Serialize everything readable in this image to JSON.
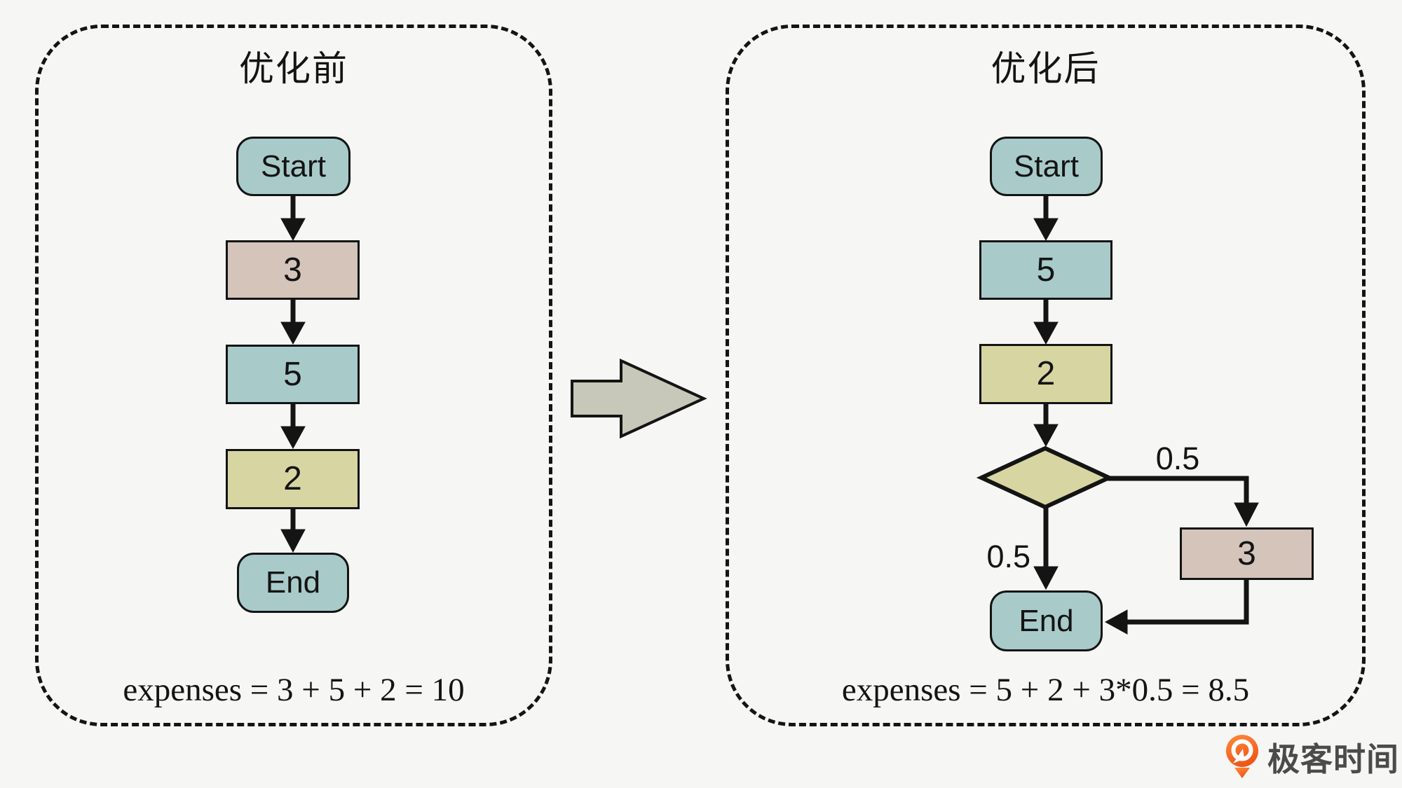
{
  "colors": {
    "bg": "#f6f6f4",
    "ink": "#141414",
    "teal": "#a8cbca",
    "tan": "#d4c4ba",
    "olive": "#d7d6a2",
    "gray": "#c7c8b9",
    "orange": "#f0611c",
    "logotext": "#4b4b4b"
  },
  "left": {
    "title": "优化前",
    "start": "Start",
    "s1": "3",
    "s2": "5",
    "s3": "2",
    "end": "End",
    "formula": "expenses = 3 + 5 + 2 = 10"
  },
  "right": {
    "title": "优化后",
    "start": "Start",
    "s1": "5",
    "s2": "2",
    "s3": "3",
    "end": "End",
    "label_right_branch": "0.5",
    "label_down_branch": "0.5",
    "formula": "expenses = 5 + 2 + 3*0.5 = 8.5"
  },
  "footer": {
    "logo_text": "极客时间"
  }
}
